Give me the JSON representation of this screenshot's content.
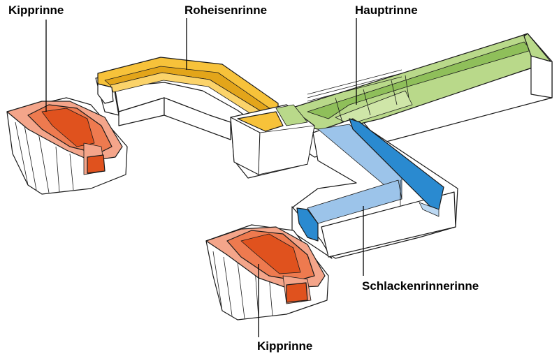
{
  "labels": {
    "kipprinne_top": "Kipprinne",
    "roheisenrinne": "Roheisenrinne",
    "hauptrinne": "Hauptrinne",
    "schlackenrinne": "Schlackenrinnerinne",
    "kipprinne_bottom": "Kipprinne"
  },
  "colors": {
    "roheisen_fill": "#f7c23a",
    "roheisen_shade": "#e3a51a",
    "haupt_fill": "#b9d98a",
    "haupt_shade": "#8fbf5a",
    "schlacken_light": "#9cc4ea",
    "schlacken_dark": "#2a8ad0",
    "kipp_light": "#f4a58a",
    "kipp_mid": "#ee7a4f",
    "kipp_dark": "#e0521e",
    "concrete": "#ffffff",
    "outline": "#1a1a1a"
  },
  "icons": [
    "trough-diagram"
  ]
}
